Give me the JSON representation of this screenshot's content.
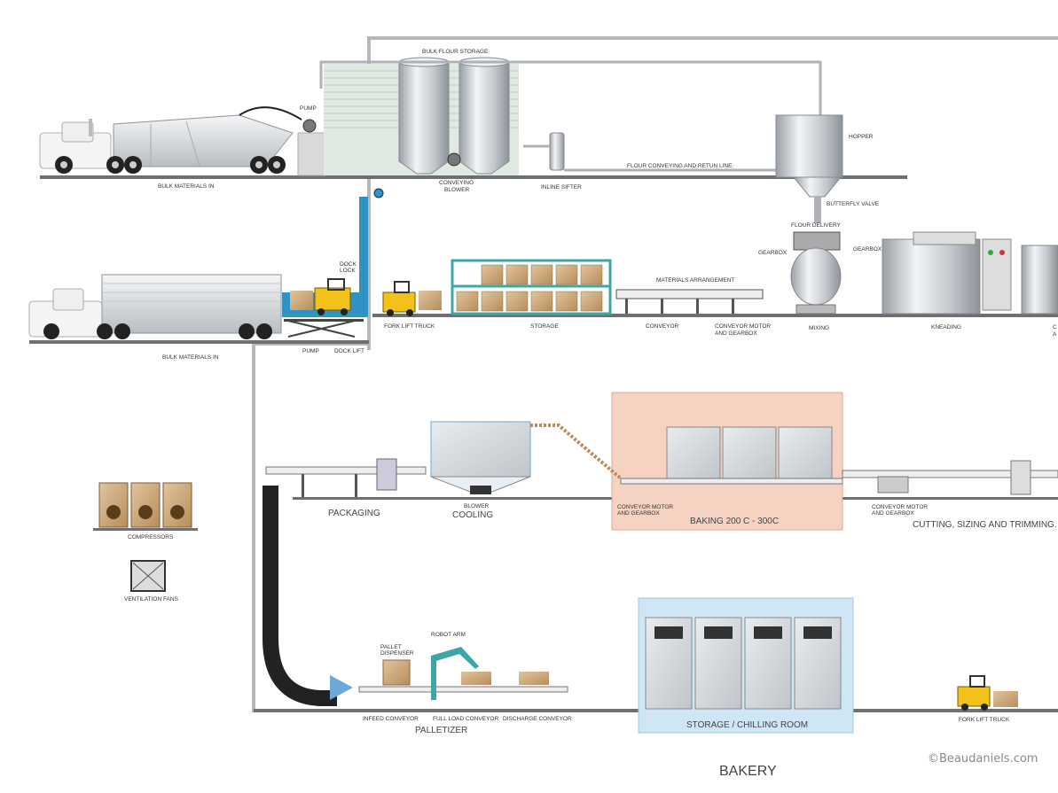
{
  "labels": {
    "bulk_flour_storage": "BULK FLOUR STORAGE",
    "pump_top": "PUMP",
    "hopper": "HOPPER",
    "flour_line": "FLOUR CONVEYING AND RETUN LINE",
    "bulk_in_top": "BULK MATERIALS IN",
    "conveying_blower_1": "CONVEYING",
    "conveying_blower_2": "BLOWER",
    "inline_sifter": "INLINE SIFTER",
    "butterfly_valve": "BUTTERFLY VALVE",
    "flour_delivery": "FLOUR DELIVERY",
    "gearbox_left": "GEARBOX",
    "gearbox_right": "GEARBOX",
    "dock_lock_1": "DOCK",
    "dock_lock_2": "LOCK",
    "materials_arrangement": "MATERIALS ARRANGEMENT",
    "fork_lift_truck": "FORK LIFT TRUCK",
    "storage": "STORAGE",
    "conveyor": "CONVEYOR",
    "conveyor_motor_1": "CONVEYOR MOTOR",
    "conveyor_motor_2": "AND GEARBOX",
    "mixing": "MIXING",
    "kneading": "KNEADING",
    "cut_edge_1": "C",
    "cut_edge_2": "A",
    "bulk_in_bottom": "BULK MATERIALS IN",
    "pump_bottom": "PUMP",
    "dock_lift": "DOCK LIFT",
    "packaging": "PACKAGING",
    "blower": "BLOWER",
    "cooling": "COOLING",
    "bake_motor_1": "CONVEYOR MOTOR",
    "bake_motor_2": "AND GEARBOX",
    "baking": "BAKING  200 C - 300C",
    "cut_motor_1": "CONVEYOR MOTOR",
    "cut_motor_2": "AND GEARBOX",
    "cutting": "CUTTING, SIZING AND TRIMMING.",
    "compressors": "COMPRESSORS",
    "ventilation_fans": "VENTILATION FANS",
    "pallet_dispenser_1": "PALLET",
    "pallet_dispenser_2": "DISPENSER",
    "robot_arm": "ROBOT ARM",
    "infeed_conveyor": "INFEED CONVEYOR",
    "full_load_conveyor": "FULL LOAD CONVEYOR",
    "discharge_conveyor": "DISCHARGE CONVEYOR",
    "palletizer": "PALLETIZER",
    "storage_chilling": "STORAGE / CHILLING ROOM",
    "fork_lift_truck_bottom": "FORK LIFT TRUCK",
    "title": "BAKERY",
    "copyright": "©Beaudaniels.com"
  },
  "colors": {
    "pipe": "#aeb2b6",
    "floor": "#6d6f72",
    "steel": "#c9ced3",
    "baking_zone": "#f6d2c3",
    "chilling_zone": "#cfe6f4",
    "pallet_box": "#c8a57a",
    "forklift": "#f2c21a",
    "lift": "#2f93c6",
    "teal": "#3fa6a8"
  }
}
